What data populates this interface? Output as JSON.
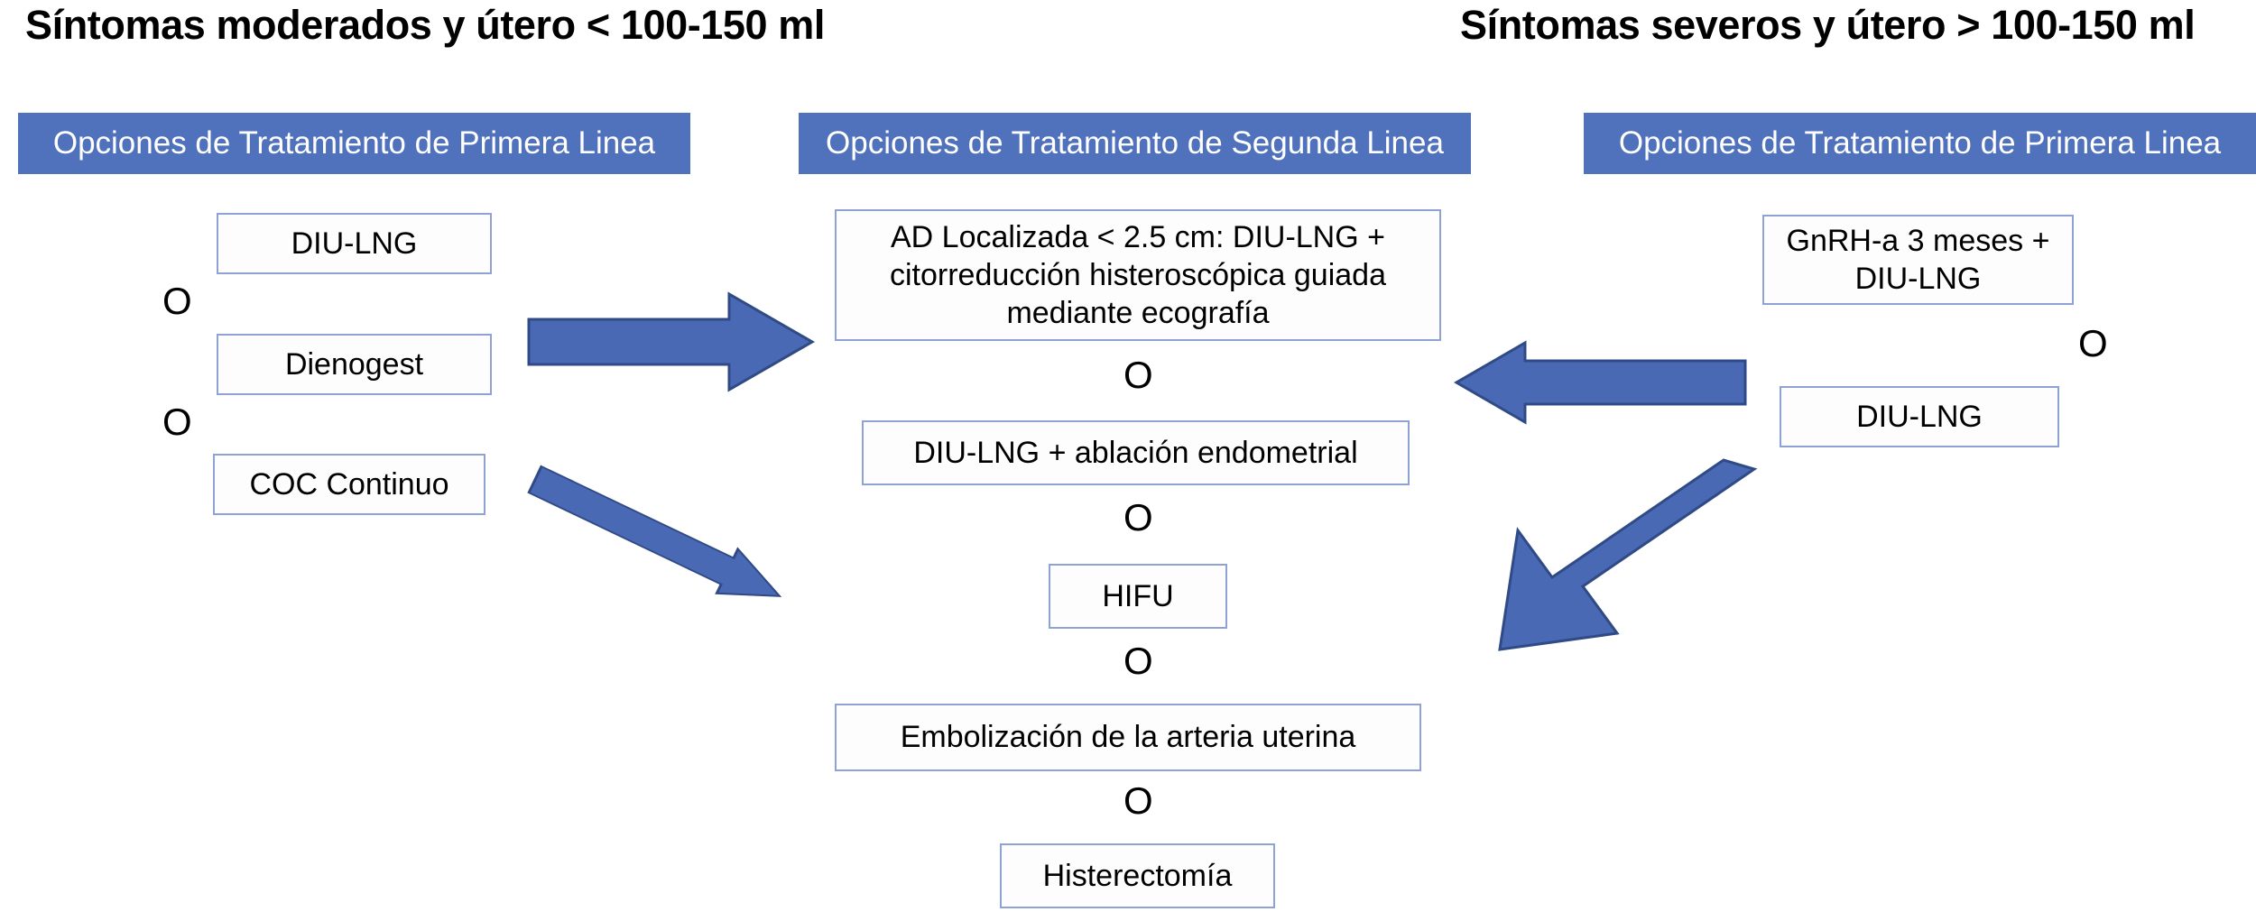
{
  "titles": {
    "left": "Síntomas moderados y útero < 100-150 ml",
    "right": "Síntomas severos y útero > 100-150 ml"
  },
  "banners": {
    "left": "Opciones de Tratamiento de Primera Linea",
    "center": "Opciones de Tratamiento de Segunda Linea",
    "right": "Opciones de Tratamiento de Primera Linea"
  },
  "connector": {
    "or": "O"
  },
  "columns": {
    "left": {
      "options": [
        {
          "label": "DIU-LNG"
        },
        {
          "label": "Dienogest"
        },
        {
          "label": "COC Continuo"
        }
      ]
    },
    "center": {
      "options": [
        {
          "label": "AD Localizada < 2.5 cm:   DIU-LNG  + citorreducción histeroscópica  guiada mediante ecografía"
        },
        {
          "label": "DIU-LNG  + ablación endometrial"
        },
        {
          "label": "HIFU"
        },
        {
          "label": "Embolización de la arteria uterina"
        },
        {
          "label": "Histerectomía"
        }
      ]
    },
    "right": {
      "options": [
        {
          "label": "GnRH-a 3 meses + DIU-LNG"
        },
        {
          "label": "DIU-LNG"
        }
      ]
    }
  },
  "arrows": [
    {
      "name": "left-first-line-to-second-line",
      "direction": "right",
      "style": "thick"
    },
    {
      "name": "left-first-line-to-second-line-diagonal",
      "direction": "down-right",
      "style": "thin"
    },
    {
      "name": "right-first-line-to-second-line",
      "direction": "left",
      "style": "thin"
    },
    {
      "name": "right-first-line-to-second-line-diagonal",
      "direction": "down-left",
      "style": "thick"
    }
  ],
  "colors": {
    "banner_blue": "#5072bd",
    "arrow_blue": "#4a69b5",
    "arrow_outline": "#3a5596",
    "box_border": "#8ea2d6",
    "box_fill": "#fdfdfe",
    "text": "#000000"
  }
}
